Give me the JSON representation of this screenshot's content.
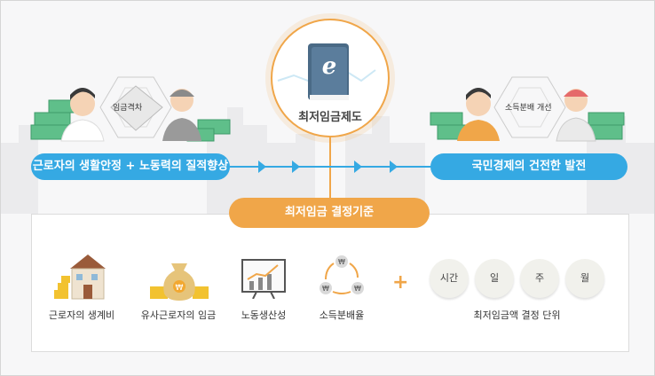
{
  "center": {
    "title": "최저임금제도"
  },
  "left_pill": "근로자의 생활안정 + 노동력의 질적향상",
  "right_pill": "국민경제의 건전한 발전",
  "left_hex_label": "임금격차",
  "right_hex_label": "소득분배 개선",
  "criteria_title": "최저임금 결정기준",
  "criteria": [
    {
      "label": "근로자의 생계비",
      "icon": "house-coins-icon"
    },
    {
      "label": "유사근로자의 임금",
      "icon": "money-bag-icon"
    },
    {
      "label": "노동생산성",
      "icon": "growth-chart-icon"
    },
    {
      "label": "소득분배율",
      "icon": "won-cycle-icon"
    }
  ],
  "units": [
    "시간",
    "일",
    "주",
    "월"
  ],
  "units_caption": "최저임금액 결정 단위",
  "colors": {
    "blue": "#35a9e3",
    "orange": "#f0a649"
  }
}
